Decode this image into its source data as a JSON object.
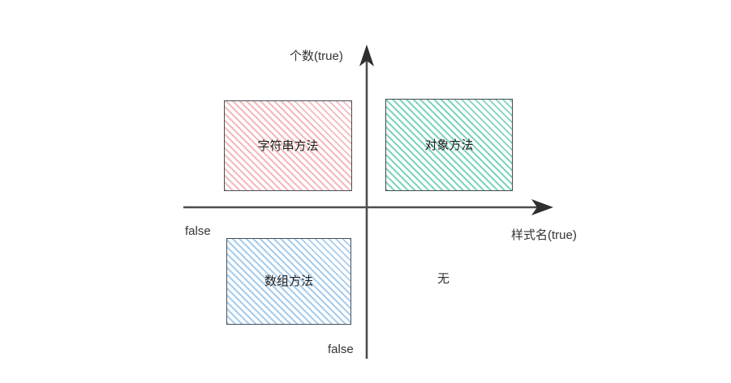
{
  "diagram": {
    "type": "quadrant-chart",
    "background_color": "#ffffff",
    "axes": {
      "y_axis": {
        "label": "个数(true)",
        "arrow": "up",
        "axis_color": "#4d4d4d"
      },
      "x_axis": {
        "label": "样式名(true)",
        "arrow": "right",
        "axis_color": "#4d4d4d"
      },
      "negative_x_tick": "false",
      "negative_y_tick": "false"
    },
    "boxes": [
      {
        "id": "string-method",
        "label": "字符串方法",
        "quadrant": "top-left",
        "fill_color": "#f4b9bd",
        "border_color": "#4a4f54",
        "pattern": "diagonal-hatch"
      },
      {
        "id": "object-method",
        "label": "对象方法",
        "quadrant": "top-right",
        "fill_color": "#7fd4bf",
        "border_color": "#3f4b49",
        "pattern": "diagonal-hatch"
      },
      {
        "id": "array-method",
        "label": "数组方法",
        "quadrant": "bottom-left",
        "fill_color": "#a8cdec",
        "border_color": "#44505c",
        "pattern": "diagonal-hatch"
      }
    ],
    "empty_quadrant": {
      "label": "无",
      "quadrant": "bottom-right"
    }
  }
}
